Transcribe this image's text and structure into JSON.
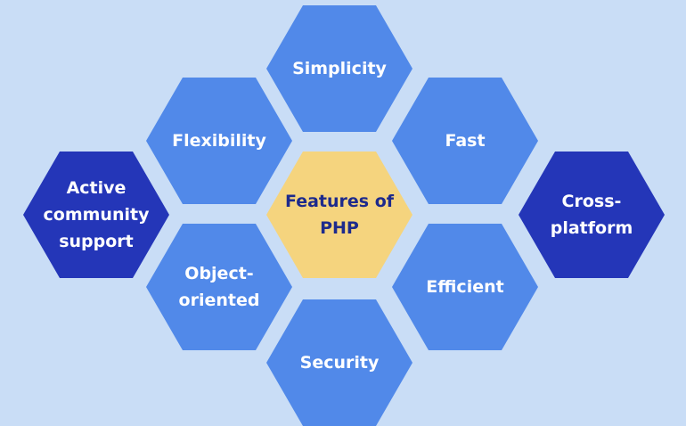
{
  "colors": {
    "background": "#c9ddf6",
    "feature_hex": "#5189e9",
    "accent_hex": "#2436b8",
    "center_hex": "#f5d47e",
    "center_text": "#1d2a8c"
  },
  "diagram": {
    "center": "Features of\nPHP",
    "features": {
      "simplicity": "Simplicity",
      "flexibility": "Flexibility",
      "fast": "Fast",
      "active_community": "Active\ncommunity\nsupport",
      "cross_platform": "Cross-\nplatform",
      "object_oriented": "Object-\noriented",
      "efficient": "Efficient",
      "security": "Security"
    }
  }
}
